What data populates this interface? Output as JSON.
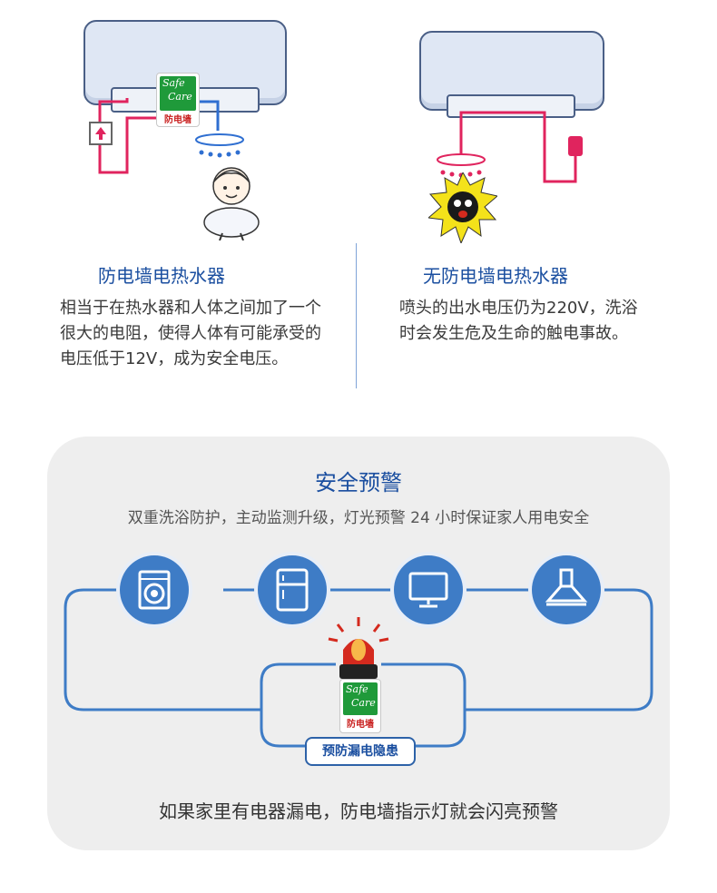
{
  "left_card": {
    "title": "防电墙电热水器",
    "description": "相当于在热水器和人体之间加了一个很大的电阻，使得人体有可能承受的电压低于12V，成为安全电压。"
  },
  "right_card": {
    "title": "无防电墙电热水器",
    "description": "喷头的出水电压仍为220V，洗浴时会发生危及生命的触电事故。"
  },
  "logo": {
    "line1": "Safe",
    "line2": "Care",
    "brand": "防电墙"
  },
  "warning_section": {
    "title": "安全预警",
    "subtitle": "双重洗浴防护，主动监测升级，灯光预警 24 小时保证家人用电安全",
    "badge": "预防漏电隐患",
    "footer": "如果家里有电器漏电，防电墙指示灯就会闪亮预警",
    "appliances": [
      "washing-machine-icon",
      "refrigerator-icon",
      "television-icon",
      "range-hood-icon"
    ]
  },
  "colors": {
    "primary_blue": "#1b4fa0",
    "icon_blue": "#3e7cc6",
    "wire_red": "#e0245e",
    "wire_blue": "#2f6fd1",
    "logo_green": "#1f9a3a",
    "alarm_red": "#d42a1e"
  }
}
